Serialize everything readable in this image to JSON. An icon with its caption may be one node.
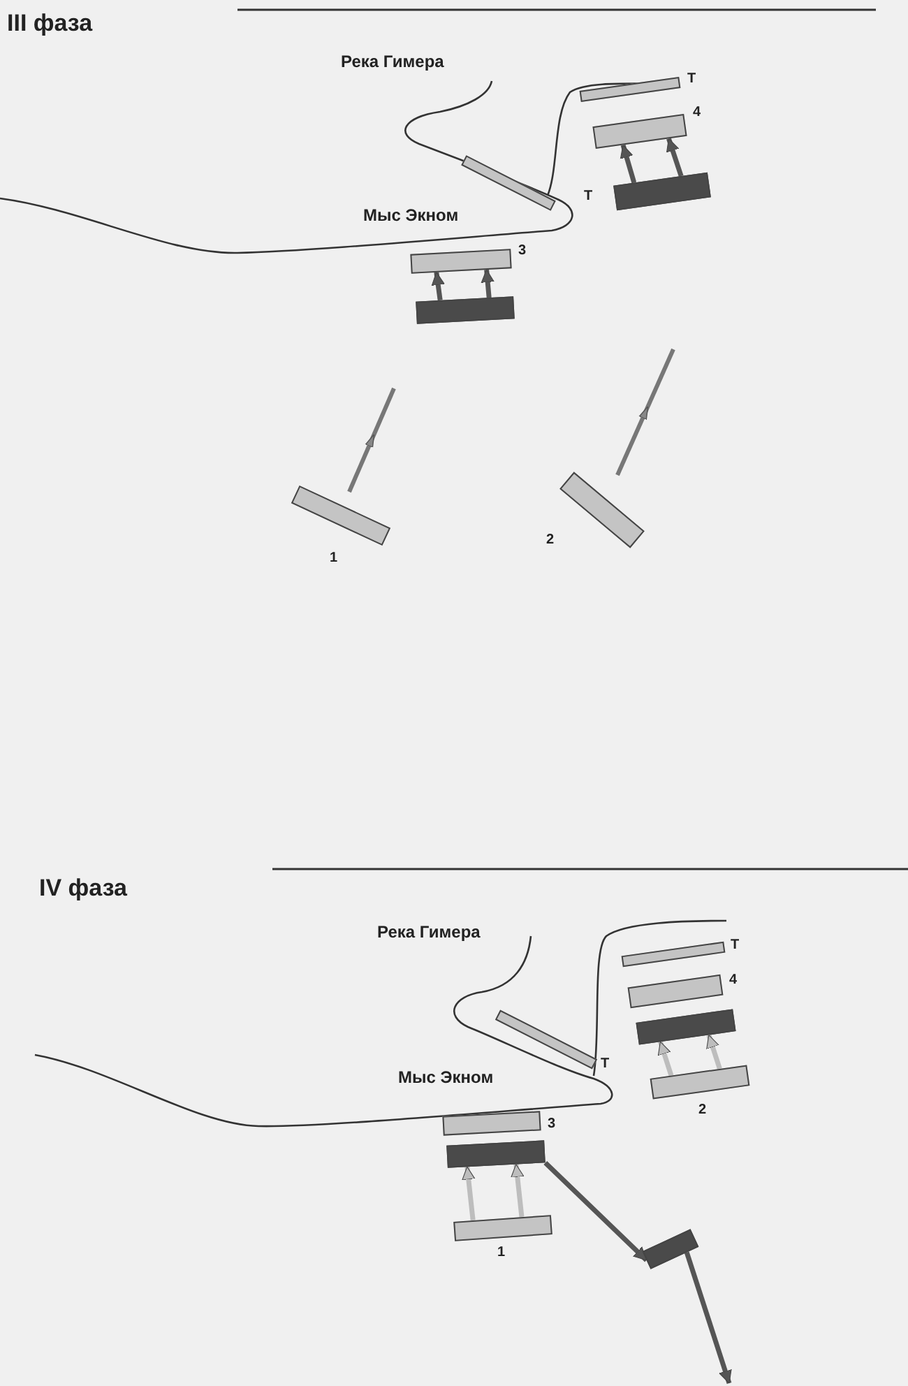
{
  "diagram": {
    "nodes": [
      {
        "text": [],
        "shape": "bar",
        "beside": [
          "Т"
        ]
      },
      {
        "text": [],
        "shape": "bar",
        "beside": [
          "4"
        ]
      },
      {
        "text": [],
        "shape": "bar"
      },
      {
        "text": [],
        "shape": "bar",
        "beside": [
          "Т"
        ]
      },
      {
        "text": [],
        "shape": "bar",
        "beside": [
          "3"
        ]
      },
      {
        "text": [],
        "shape": "bar"
      },
      {
        "text": [],
        "shape": "bar",
        "beside": [
          "1"
        ]
      },
      {
        "text": [],
        "shape": "bar",
        "beside": [
          "2"
        ]
      },
      {
        "text": [],
        "shape": "bar",
        "beside": [
          "Т"
        ]
      },
      {
        "text": [],
        "shape": "bar",
        "beside": [
          "4"
        ]
      },
      {
        "text": [],
        "shape": "bar"
      },
      {
        "text": [],
        "shape": "bar",
        "beside": [
          "2"
        ]
      },
      {
        "text": [],
        "shape": "bar",
        "beside": [
          "Т"
        ]
      },
      {
        "text": [],
        "shape": "bar",
        "beside": [
          "3"
        ]
      },
      {
        "text": [],
        "shape": "bar"
      },
      {
        "text": [],
        "shape": "bar",
        "beside": [
          "1"
        ]
      },
      {
        "text": [],
        "shape": "bar"
      }
    ],
    "edges": [
      {
        "from": 2,
        "to": 1,
        "arrow": "to"
      },
      {
        "from": 2,
        "to": 1,
        "arrow": "to"
      },
      {
        "from": 5,
        "to": 4,
        "arrow": "to"
      },
      {
        "from": 5,
        "to": 4,
        "arrow": "to"
      },
      {
        "from": 11,
        "to": 10,
        "arrow": "to",
        "color": "#bdbdbd"
      },
      {
        "from": 11,
        "to": 10,
        "arrow": "to",
        "color": "#bdbdbd"
      },
      {
        "from": 15,
        "to": 14,
        "arrow": "to",
        "color": "#bdbdbd"
      },
      {
        "from": 15,
        "to": 14,
        "arrow": "to",
        "color": "#bdbdbd"
      },
      {
        "from": 14,
        "to": 16,
        "arrow": "to"
      },
      {
        "from": 16,
        "to": null,
        "arrow": "to"
      }
    ],
    "labels": [
      "III фаза",
      "Река Гимера",
      "Мыс Экном",
      "IV фаза",
      "Река Гимера",
      "Мыс Экном"
    ]
  }
}
